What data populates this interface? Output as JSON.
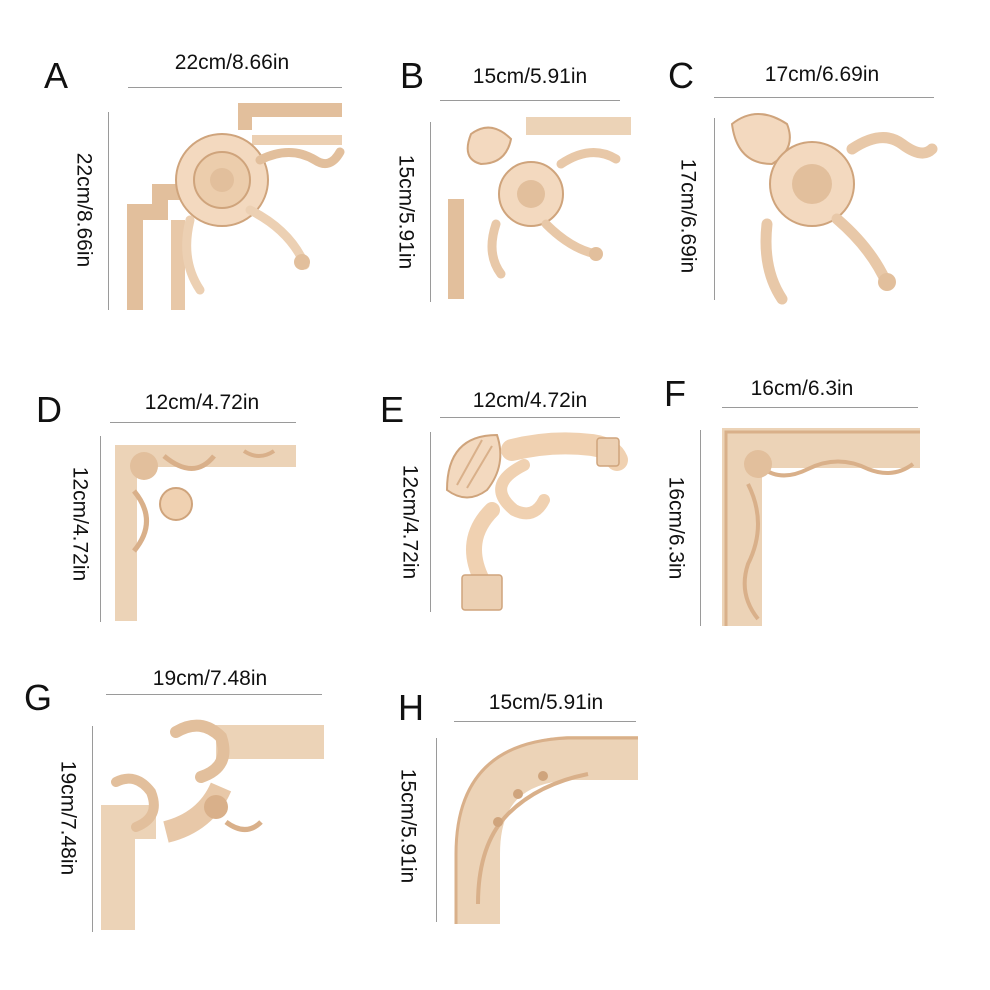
{
  "colors": {
    "wood": "#f3d9bf",
    "wood_dark": "#e2bf9c",
    "wood_shadow": "#cfa47c",
    "text": "#111111",
    "line": "#9a9a9a"
  },
  "items": [
    {
      "letter": "A",
      "width_label": "22cm/8.66in",
      "height_label": "22cm/8.66in",
      "icon": "carved-corner-applique-image"
    },
    {
      "letter": "B",
      "width_label": "15cm/5.91in",
      "height_label": "15cm/5.91in",
      "icon": "carved-corner-applique-image"
    },
    {
      "letter": "C",
      "width_label": "17cm/6.69in",
      "height_label": "17cm/6.69in",
      "icon": "carved-corner-onlay-image"
    },
    {
      "letter": "D",
      "width_label": "12cm/4.72in",
      "height_label": "12cm/4.72in",
      "icon": "carved-corner-applique-image"
    },
    {
      "letter": "E",
      "width_label": "12cm/4.72in",
      "height_label": "12cm/4.72in",
      "icon": "carved-shell-corner-image"
    },
    {
      "letter": "F",
      "width_label": "16cm/6.3in",
      "height_label": "16cm/6.3in",
      "icon": "carved-corner-moulding-image"
    },
    {
      "letter": "G",
      "width_label": "19cm/7.48in",
      "height_label": "19cm/7.48in",
      "icon": "carved-corner-moulding-image"
    },
    {
      "letter": "H",
      "width_label": "15cm/5.91in",
      "height_label": "15cm/5.91in",
      "icon": "carved-curved-corner-image"
    }
  ]
}
